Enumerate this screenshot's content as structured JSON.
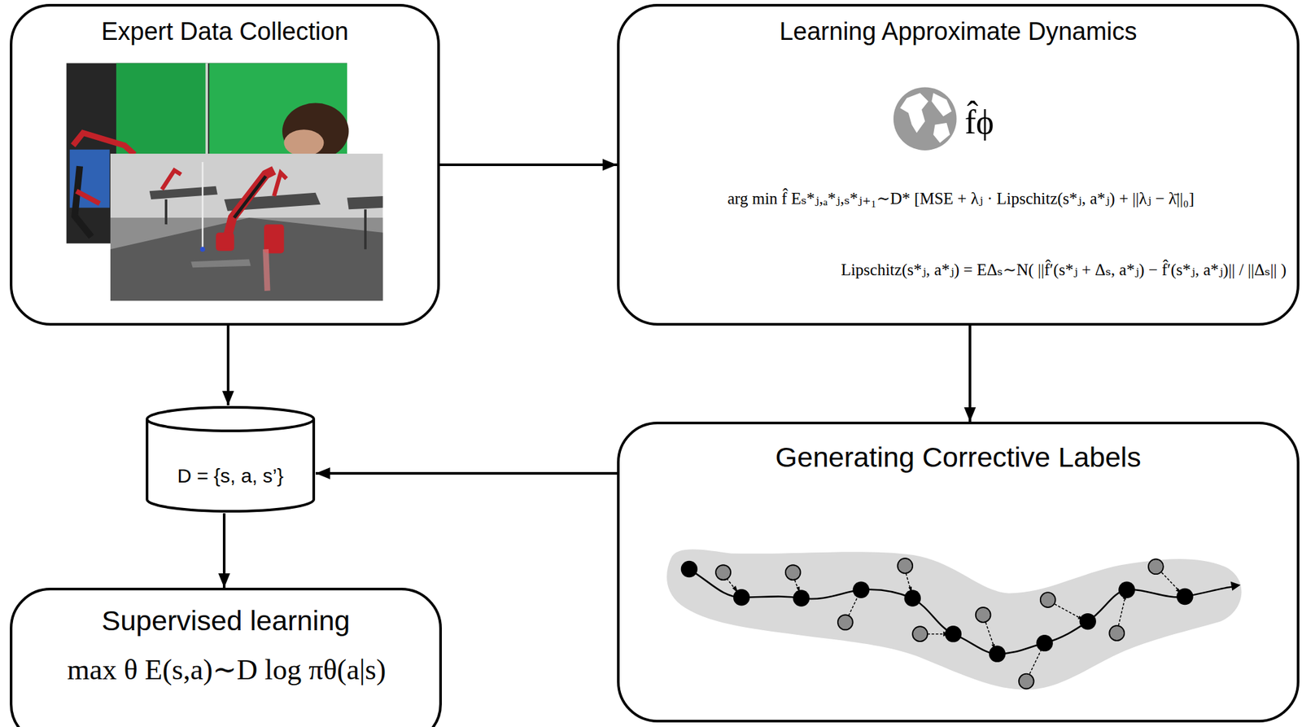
{
  "diagram": {
    "nodes": [
      {
        "text": [
          "Expert Data Collection"
        ]
      },
      {
        "text": [
          "Learning Approximate Dynamics",
          "f̂ϕ",
          "arg min f̂ Eₛ*ⱼ,ₐ*ⱼ,ₛ*ⱼ₊₁∼D* [MSE + λⱼ · Lipschitz(s*ⱼ, a*ⱼ) + ||λⱼ − λ̄||₀]",
          "Lipschitz(s*ⱼ, a*ⱼ) = EΔₛ∼N( ||f̂′(s*ⱼ + Δₛ, a*ⱼ) − f̂′(s*ⱼ, a*ⱼ)|| / ||Δₛ|| )"
        ]
      },
      {
        "text": [
          "D = {s, a, s’}"
        ]
      },
      {
        "text": [
          "Generating Corrective Labels"
        ]
      },
      {
        "text": [
          "Supervised learning",
          "max θ E(s,a)∼D log πθ(a|s)"
        ]
      }
    ],
    "edges": [
      {
        "from": 0,
        "to": 1,
        "arrow": "to"
      },
      {
        "from": 0,
        "to": 2,
        "arrow": "to"
      },
      {
        "from": 1,
        "to": 3,
        "arrow": "to"
      },
      {
        "from": 3,
        "to": 2,
        "arrow": "to"
      },
      {
        "from": 2,
        "to": 4,
        "arrow": "to"
      }
    ]
  }
}
